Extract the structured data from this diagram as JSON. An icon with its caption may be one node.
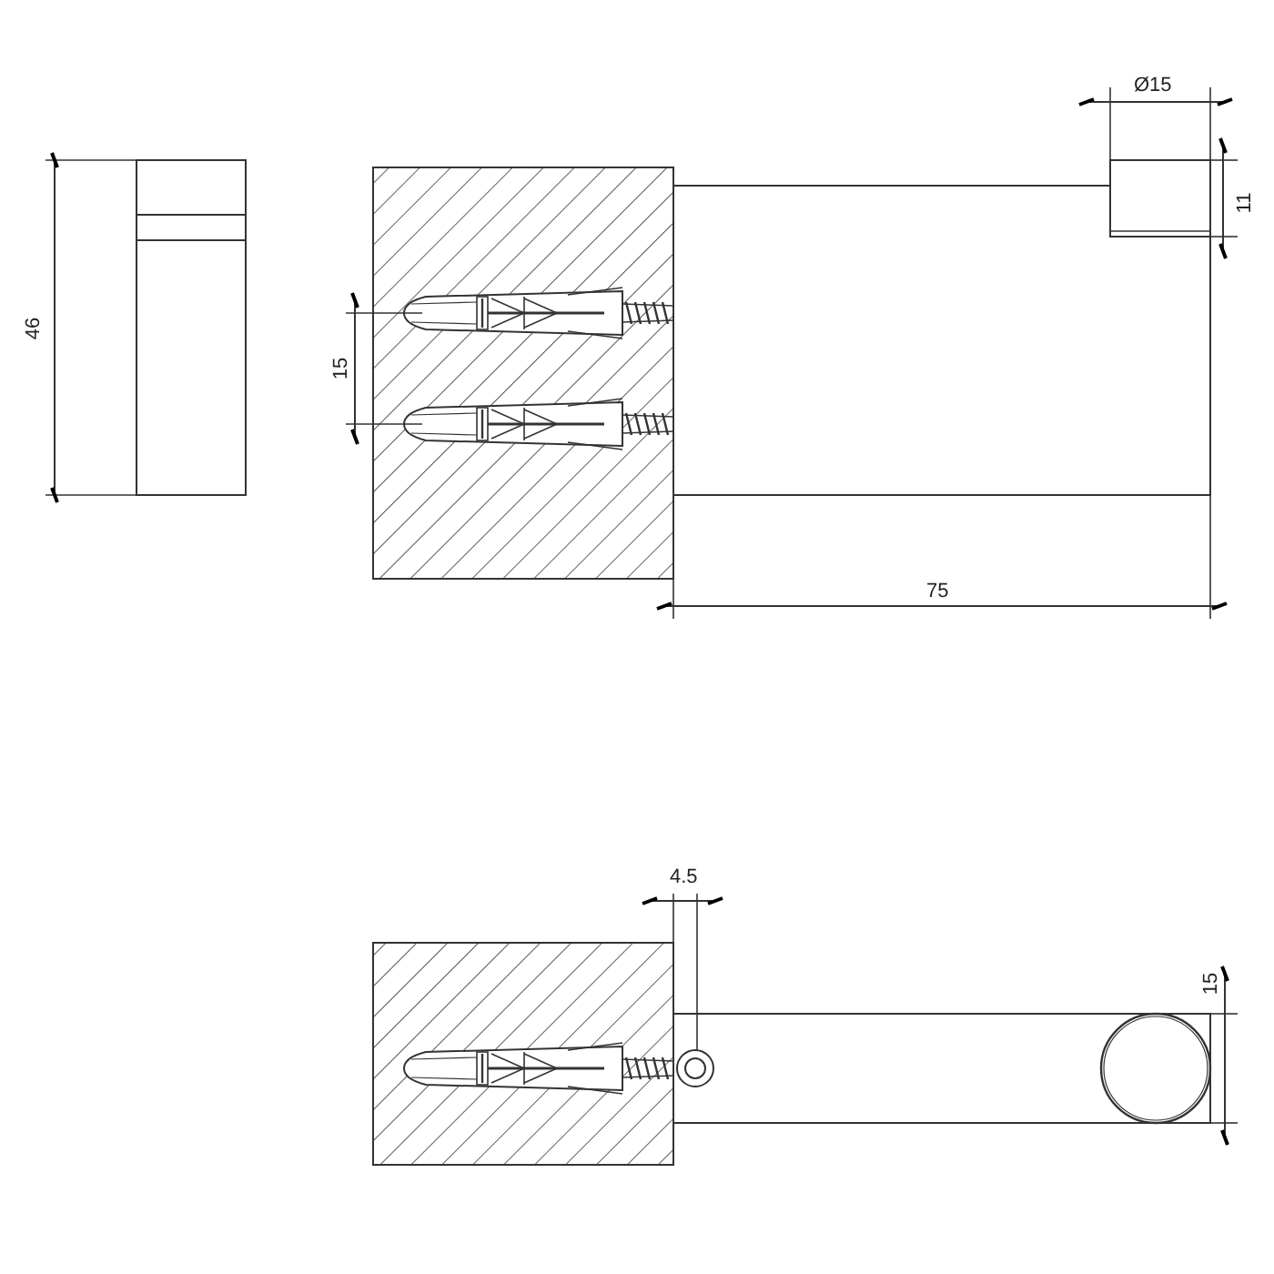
{
  "diagram": {
    "labels": [
      "Ø15",
      "11",
      "46",
      "15",
      "75",
      "4.5",
      "15"
    ]
  }
}
